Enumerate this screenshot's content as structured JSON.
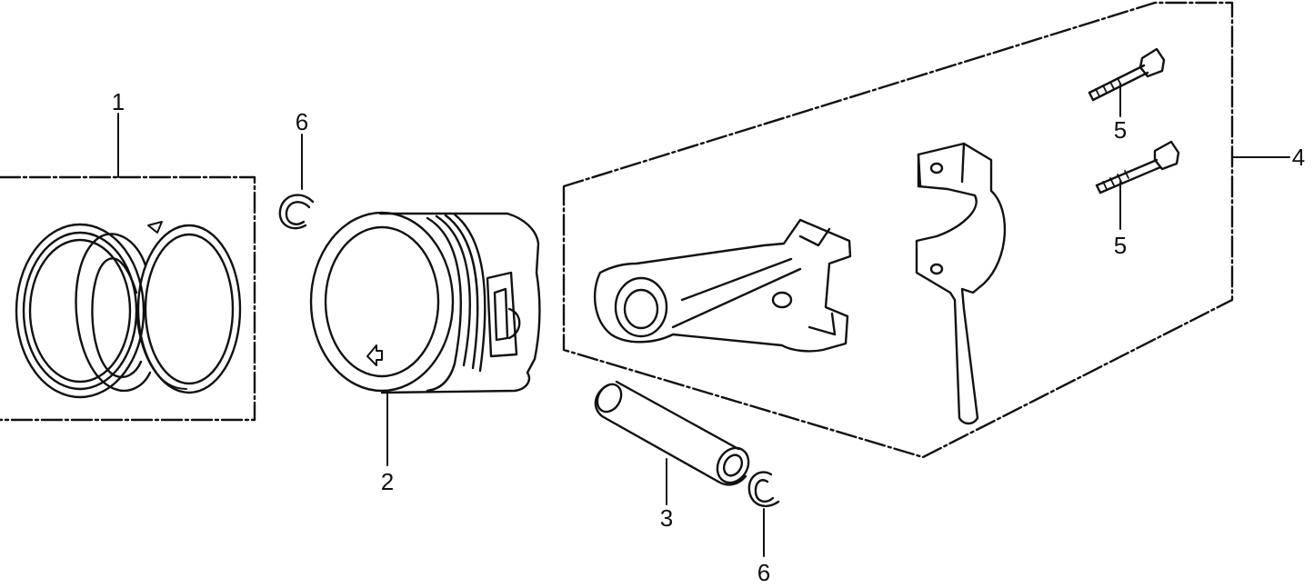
{
  "callouts": {
    "piston_ring_set": "1",
    "piston": "2",
    "piston_pin": "3",
    "connecting_rod_assembly": "4",
    "rod_bolt_upper": "5",
    "rod_bolt_lower": "5",
    "pin_clip_upper": "6",
    "pin_clip_lower": "6"
  },
  "colors": {
    "ink": "#111111",
    "background": "#ffffff"
  }
}
